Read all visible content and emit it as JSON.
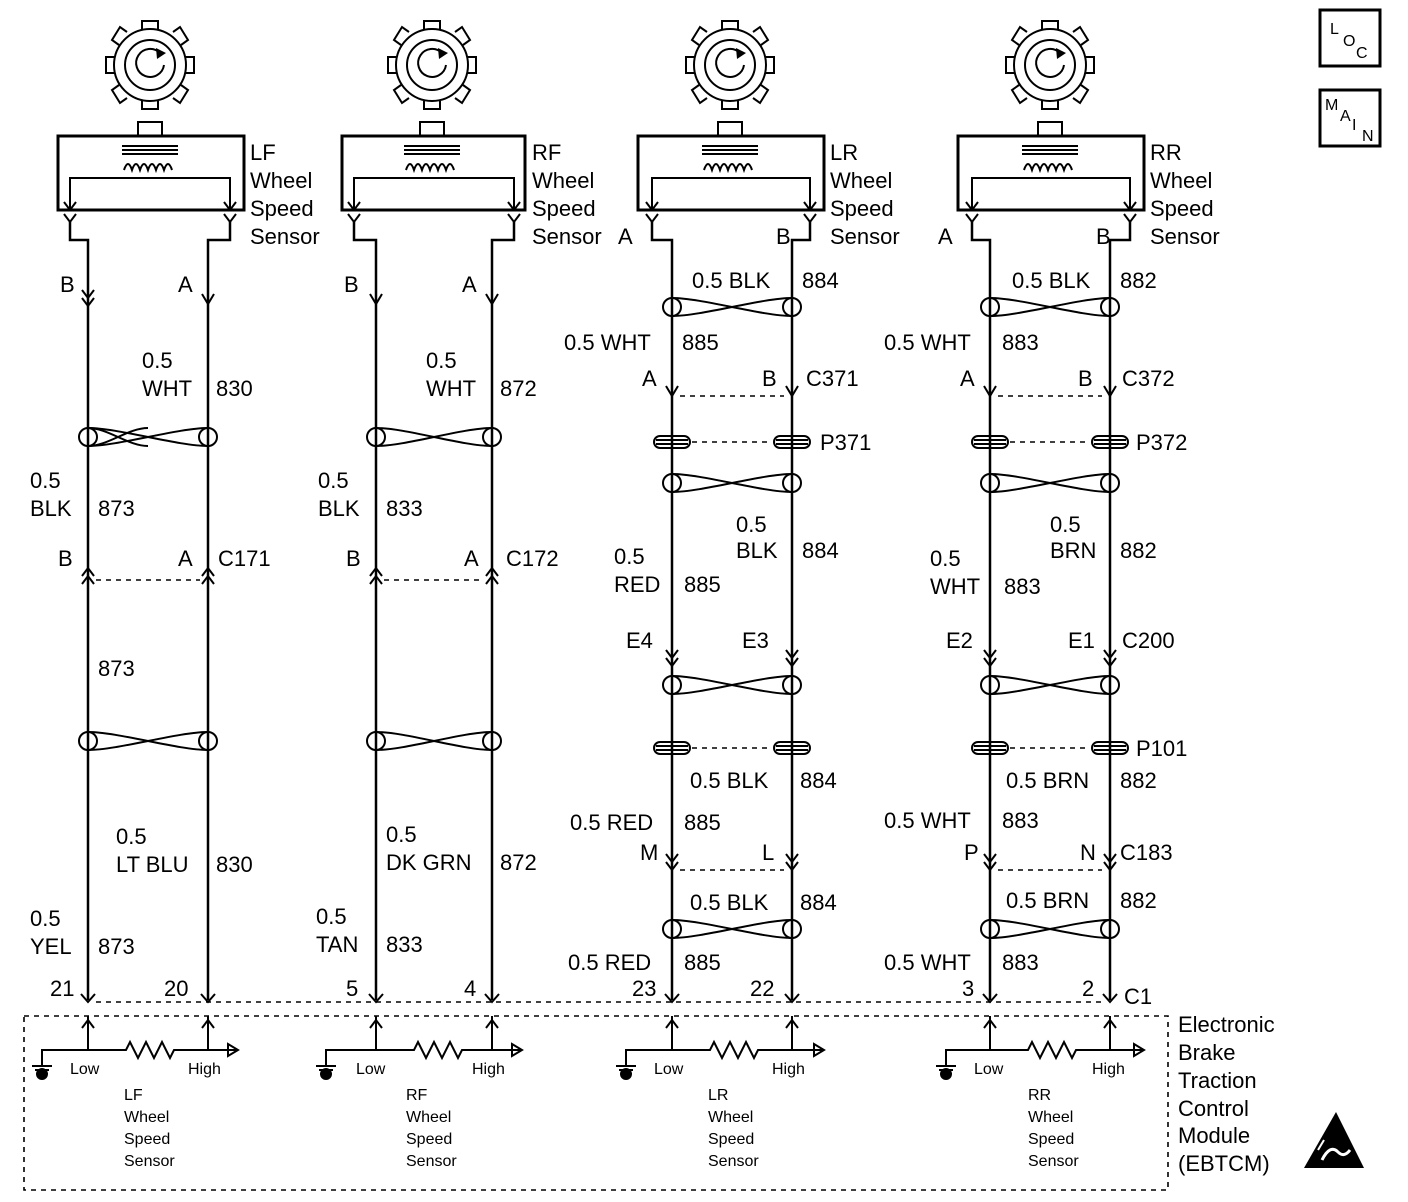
{
  "corner": {
    "loc": [
      "L",
      "O",
      "C"
    ],
    "main": [
      "M",
      "A",
      "I",
      "N"
    ]
  },
  "sensors": [
    {
      "line1": "LF",
      "line2": "Wheel",
      "line3": "Speed",
      "line4": "Sensor"
    },
    {
      "line1": "RF",
      "line2": "Wheel",
      "line3": "Speed",
      "line4": "Sensor"
    },
    {
      "line1": "LR",
      "line2": "Wheel",
      "line3": "Speed",
      "line4": "Sensor"
    },
    {
      "line1": "RR",
      "line2": "Wheel",
      "line3": "Speed",
      "line4": "Sensor"
    }
  ],
  "pins": {
    "a": "A",
    "b": "B"
  },
  "front": {
    "lf": {
      "pin_b": "B",
      "pin_a": "A",
      "upper_size": "0.5",
      "upper_color": "WHT",
      "upper_circuit": "830",
      "mid_size": "0.5",
      "mid_color": "BLK",
      "mid_circuit": "873",
      "conn_b": "B",
      "conn_a": "A",
      "connector": "C171",
      "below_circuit": "873",
      "lower_size": "0.5",
      "lower_color": "LT BLU",
      "lower_circuit": "830",
      "bottom_size": "0.5",
      "bottom_color": "YEL",
      "bottom_circuit": "873",
      "term_left": "21",
      "term_right": "20"
    },
    "rf": {
      "pin_b": "B",
      "pin_a": "A",
      "upper_size": "0.5",
      "upper_color": "WHT",
      "upper_circuit": "872",
      "mid_size": "0.5",
      "mid_color": "BLK",
      "mid_circuit": "833",
      "conn_b": "B",
      "conn_a": "A",
      "connector": "C172",
      "lower_size": "0.5",
      "lower_color": "DK GRN",
      "lower_circuit": "872",
      "bottom_size": "0.5",
      "bottom_color": "TAN",
      "bottom_circuit": "833",
      "term_left": "5",
      "term_right": "4"
    }
  },
  "rear": {
    "lr": {
      "wire1": "0.5 BLK",
      "circ1": "884",
      "wire2": "0.5 WHT",
      "circ2": "885",
      "c_a": "A",
      "c_b": "B",
      "connector": "C371",
      "splice": "P371",
      "w3_size": "0.5",
      "w3_color": "BLK",
      "w3_circuit": "884",
      "w4_size": "0.5",
      "w4_color": "RED",
      "w4_circuit": "885",
      "e_left": "E4",
      "e_right": "E3",
      "wire5": "0.5 BLK",
      "circ5": "884",
      "wire6": "0.5 RED",
      "circ6": "885",
      "pin_left": "M",
      "pin_right": "L",
      "wire7": "0.5 BLK",
      "circ7": "884",
      "wire8": "0.5 RED",
      "circ8": "885",
      "term_left": "23",
      "term_right": "22"
    },
    "rr": {
      "wire1": "0.5 BLK",
      "circ1": "882",
      "wire2": "0.5 WHT",
      "circ2": "883",
      "c_a": "A",
      "c_b": "B",
      "connector": "C372",
      "splice": "P372",
      "w3_size": "0.5",
      "w3_color": "BRN",
      "w3_circuit": "882",
      "w4_size": "0.5",
      "w4_color": "WHT",
      "w4_circuit": "883",
      "e_left": "E2",
      "e_right": "E1",
      "e_connector": "C200",
      "splice2": "P101",
      "wire5": "0.5 BRN",
      "circ5": "882",
      "wire6": "0.5 WHT",
      "circ6": "883",
      "pin_left": "P",
      "pin_right": "N",
      "pin_connector": "C183",
      "wire7": "0.5 BRN",
      "circ7": "882",
      "wire8": "0.5 WHT",
      "circ8": "883",
      "term_left": "3",
      "term_right": "2",
      "term_connector": "C1"
    }
  },
  "module": {
    "low": "Low",
    "high": "High",
    "sub1": "LF",
    "sub2": "RF",
    "sub3": "LR",
    "sub4": "RR",
    "wheel": "Wheel",
    "speed": "Speed",
    "sensor": "Sensor",
    "name1": "Electronic",
    "name2": "Brake",
    "name3": "Traction",
    "name4": "Control",
    "name5": "Module",
    "name6": "(EBTCM)"
  }
}
